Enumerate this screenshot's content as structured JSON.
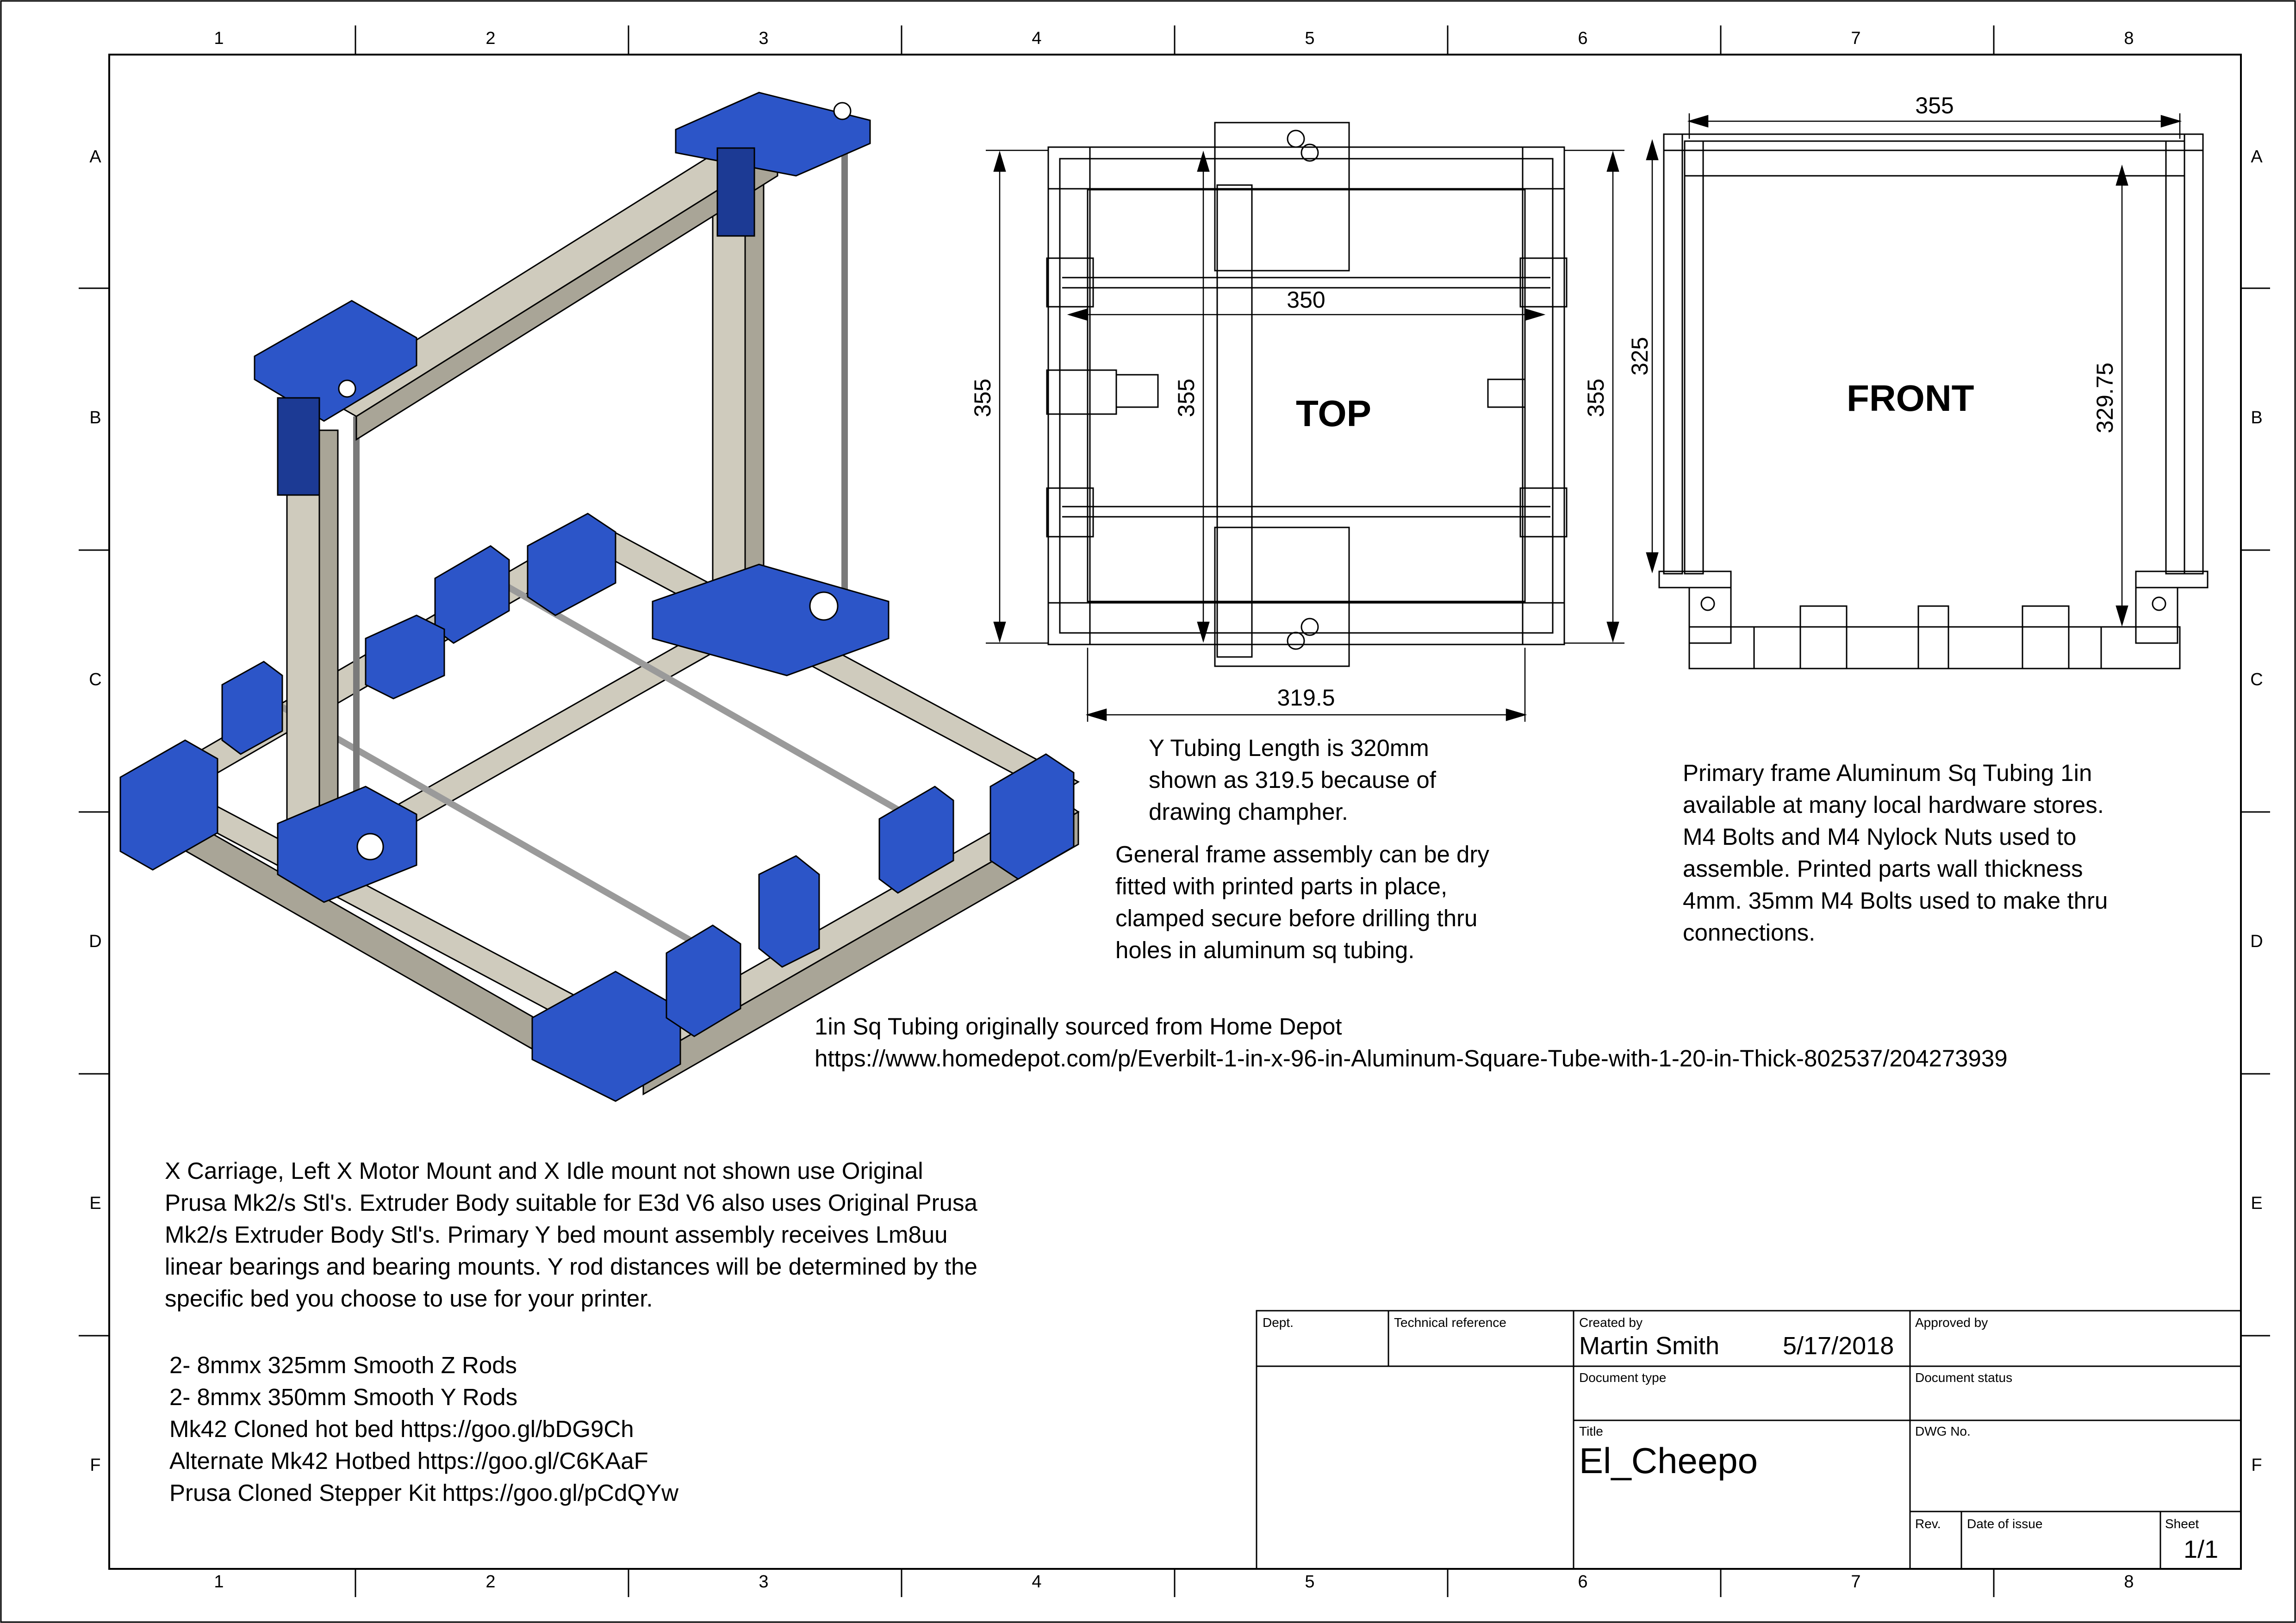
{
  "grid": {
    "columns": [
      "1",
      "2",
      "3",
      "4",
      "5",
      "6",
      "7",
      "8"
    ],
    "rows": [
      "A",
      "B",
      "C",
      "D",
      "E",
      "F"
    ]
  },
  "views": {
    "top_label": "TOP",
    "front_label": "FRONT"
  },
  "dimensions": {
    "top_overall_height": "355",
    "top_inner_height": "355",
    "top_right_height": "355",
    "top_rod_width": "350",
    "top_tube_width": "319.5",
    "front_width": "355",
    "front_height": "325",
    "front_inner_height": "329.75"
  },
  "notes": {
    "y_tubing": [
      "Y Tubing Length is 320mm",
      "shown as 319.5 because of",
      "drawing champher."
    ],
    "frame_assembly": [
      "General frame assembly can be dry",
      "fitted with printed parts in place,",
      "clamped secure before drilling thru",
      "holes in aluminum sq tubing."
    ],
    "primary_frame": [
      "Primary frame Aluminum Sq Tubing 1in",
      "available at many local hardware stores.",
      "M4 Bolts and M4 Nylock Nuts used to",
      "assemble. Printed parts wall thickness",
      "4mm. 35mm M4 Bolts used to make thru",
      "connections."
    ],
    "sourcing": [
      "1in Sq Tubing originally sourced from Home Depot",
      "https://www.homedepot.com/p/Everbilt-1-in-x-96-in-Aluminum-Square-Tube-with-1-20-in-Thick-802537/204273939"
    ],
    "x_carriage": [
      "X Carriage, Left X Motor Mount and X Idle mount not shown use Original",
      "Prusa Mk2/s Stl's. Extruder Body suitable for E3d V6 also uses Original Prusa",
      "Mk2/s Extruder Body Stl's.  Primary Y bed mount assembly receives Lm8uu",
      "linear bearings and bearing mounts. Y rod distances will be determined by the",
      "specific bed you choose to use for your printer."
    ],
    "parts_list": [
      "2- 8mmx 325mm Smooth Z Rods",
      "2- 8mmx 350mm Smooth Y Rods",
      "Mk42 Cloned hot bed https://goo.gl/bDG9Ch",
      "Alternate Mk42 Hotbed https://goo.gl/C6KAaF",
      "Prusa Cloned Stepper Kit https://goo.gl/pCdQYw"
    ]
  },
  "title_block": {
    "dept_label": "Dept.",
    "technical_reference_label": "Technical reference",
    "created_by_label": "Created by",
    "created_by_value": "Martin Smith",
    "created_date": "5/17/2018",
    "approved_by_label": "Approved by",
    "document_type_label": "Document type",
    "document_status_label": "Document status",
    "title_label": "Title",
    "title_value": "El_Cheepo",
    "dwg_no_label": "DWG No.",
    "rev_label": "Rev.",
    "date_of_issue_label": "Date of issue",
    "sheet_label": "Sheet",
    "sheet_value": "1/1"
  },
  "colors": {
    "printed_parts": "#2c55c8",
    "printed_parts_dark": "#1c3a94",
    "aluminum_tube": "#cfcbbd",
    "aluminum_tube_dark": "#a9a597",
    "rod": "#9a9a9a",
    "line": "#000000"
  }
}
